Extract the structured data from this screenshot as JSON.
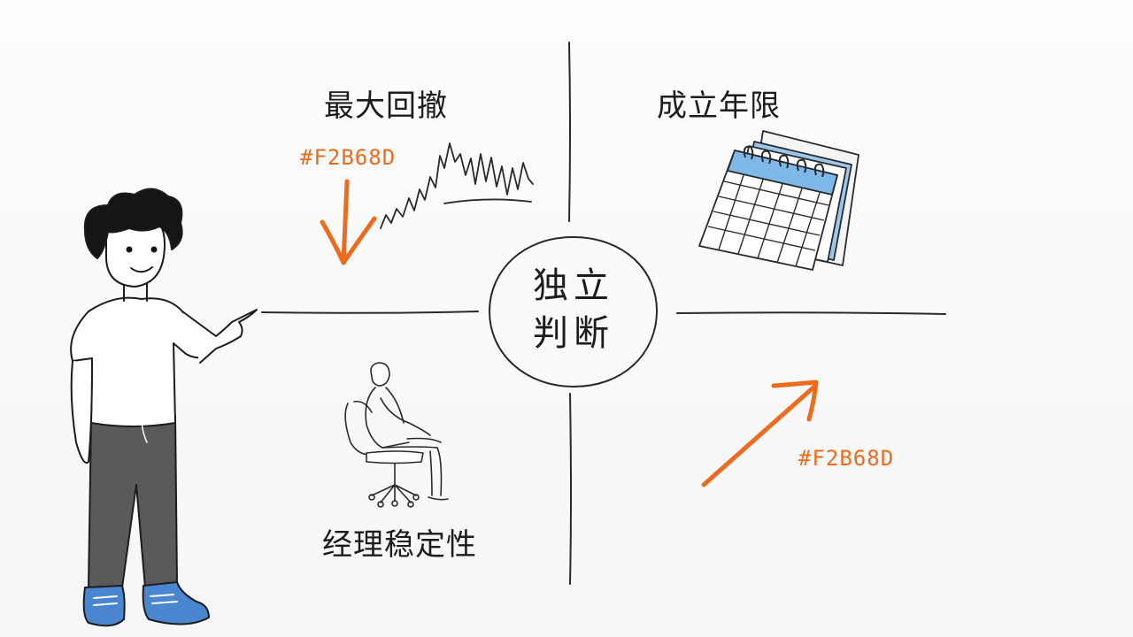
{
  "quadrants": {
    "top_left": {
      "label": "最大回撤",
      "color_code": "#F2B68D"
    },
    "top_right": {
      "label": "成立年限"
    },
    "bottom_left": {
      "label": "经理稳定性"
    },
    "bottom_right": {
      "color_code": "#F2B68D"
    }
  },
  "center": {
    "line1": "独立",
    "line2": "判断"
  },
  "colors": {
    "accent_orange": "#EE6A1C",
    "calendar_blue": "#7DB8E8",
    "shoe_blue": "#4A86D0",
    "pants_gray": "#5A5A5A",
    "ink": "#1C1C1C"
  },
  "icons": [
    "down-arrow-icon",
    "drawdown-chart-icon",
    "calendar-icon",
    "seated-person-icon",
    "up-arrow-icon",
    "presenter-figure"
  ]
}
